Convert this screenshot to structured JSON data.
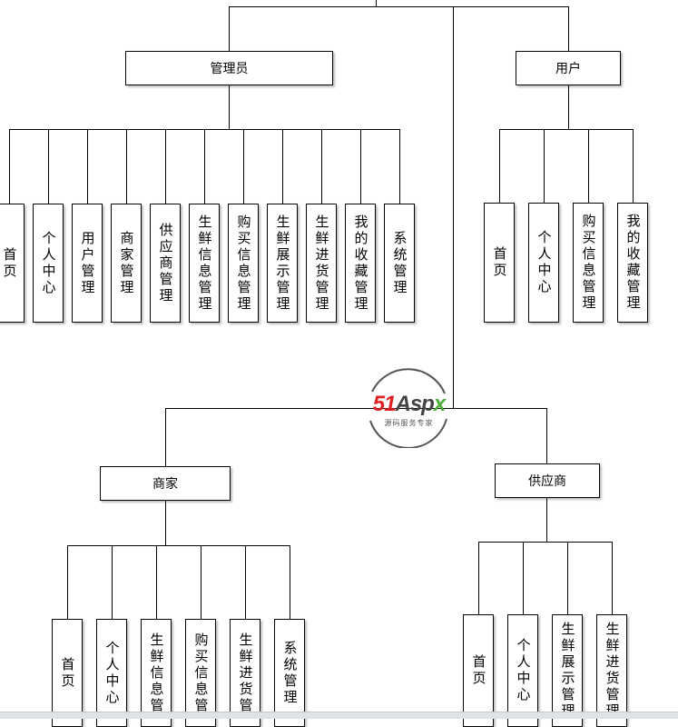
{
  "root_children": [
    {
      "label": "管理员",
      "children": [
        "首页",
        "个人中心",
        "用户管理",
        "商家管理",
        "供应商管理",
        "生鲜信息管理",
        "购买信息管理",
        "生鲜展示管理",
        "生鲜进货管理",
        "我的收藏管理",
        "系统管理"
      ]
    },
    {
      "label": "用户",
      "children": [
        "首页",
        "个人中心",
        "购买信息管理",
        "我的收藏管理"
      ]
    },
    {
      "label": "商家",
      "children": [
        "首页",
        "个人中心",
        "生鲜信息管",
        "购买信息管",
        "生鲜进货管",
        "系统管理"
      ]
    },
    {
      "label": "供应商",
      "children": [
        "首页",
        "个人中心",
        "生鲜展示管理",
        "生鲜进货管理"
      ]
    }
  ],
  "watermark": {
    "brand_red": "51",
    "brand_dark": "Asp",
    "brand_green": "x",
    "tagline": "源码服务专家",
    "colors": {
      "red": "#e02020",
      "dark": "#444444",
      "green": "#4caf3c"
    }
  }
}
